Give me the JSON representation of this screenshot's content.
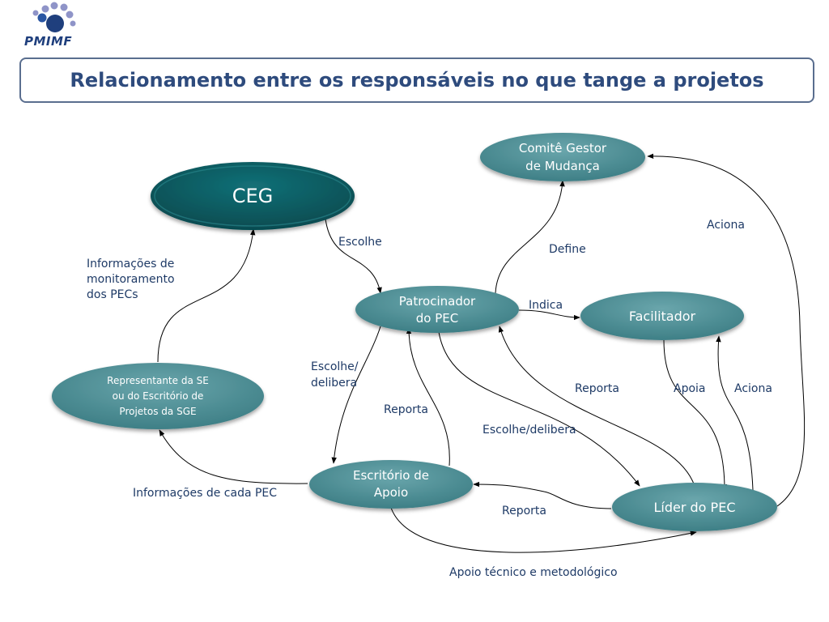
{
  "logo": {
    "text": "PMIMF"
  },
  "title": "Relacionamento entre os responsáveis no que tange a projetos",
  "nodes": {
    "ceg": "CEG",
    "comite": [
      "Comitê Gestor",
      "de Mudança"
    ],
    "patrocinador": [
      "Patrocinador",
      "do PEC"
    ],
    "facilitador": "Facilitador",
    "representante": [
      "Representante  da SE",
      "ou do Escritório de",
      "Projetos  da SGE"
    ],
    "escritorio": [
      "Escritório de",
      "Apoio"
    ],
    "lider": "Líder do PEC"
  },
  "edges": {
    "escolhe": "Escolhe",
    "define": "Define",
    "aciona_comite": "Aciona",
    "indica": "Indica",
    "informacoes_monitoramento": [
      "Informações de",
      "monitoramento",
      "dos PECs"
    ],
    "escolhe_delibera_left": [
      "Escolhe/",
      "delibera"
    ],
    "reporta_escritorio_patroc": "Reporta",
    "reporta_lider_patroc": "Reporta",
    "apoia": "Apoia",
    "aciona_facilitador": "Aciona",
    "escolhe_delibera_lider": "Escolhe/delibera",
    "informacoes_cada_pec": "Informações de cada PEC",
    "reporta_lider_escritorio": "Reporta",
    "apoio_tecnico": "Apoio técnico e metodológico"
  },
  "colors": {
    "ceg_fill": "#0b5e63",
    "node_fill": "#4d8e95",
    "label_text": "#1e3a66",
    "title_text": "#2e4b7d",
    "logo_blue": "#1f3f7d"
  }
}
